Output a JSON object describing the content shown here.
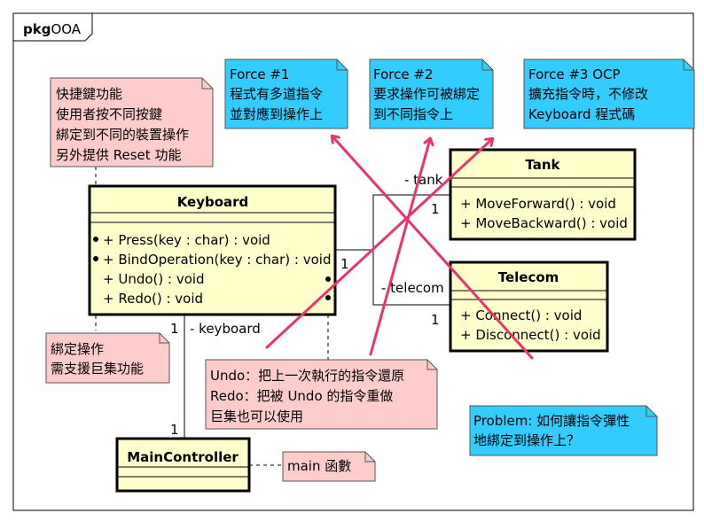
{
  "package": {
    "keyword": "pkg",
    "name": "OOA"
  },
  "classes": {
    "keyboard": {
      "name": "Keyboard",
      "operations": [
        "+ Press(key : char) : void",
        "+ BindOperation(key : char) : void",
        "+ Undo() : void",
        "+ Redo() : void"
      ]
    },
    "tank": {
      "name": "Tank",
      "operations": [
        "+ MoveForward() : void",
        "+ MoveBackward() : void"
      ]
    },
    "telecom": {
      "name": "Telecom",
      "operations": [
        "+ Connect() : void",
        "+ Disconnect() : void"
      ]
    },
    "main_controller": {
      "name": "MainController"
    }
  },
  "associations": {
    "keyboard_tank": {
      "role": "- tank",
      "multiplicity_target": "1",
      "multiplicity_source": "1"
    },
    "keyboard_telecom": {
      "role": "- telecom",
      "multiplicity_target": "1"
    },
    "main_keyboard": {
      "role": "- keyboard",
      "multiplicity_target": "1",
      "multiplicity_source": "1"
    }
  },
  "notes": {
    "hotkey": [
      "快捷鍵功能",
      "使用者按不同按鍵",
      "綁定到不同的裝置操作",
      "另外提供 Reset 功能"
    ],
    "bind": [
      "綁定操作",
      "需支援巨集功能"
    ],
    "undo_redo": [
      "Undo：把上一次執行的指令還原",
      "Redo：把被 Undo 的指令重做",
      "巨集也可以使用"
    ],
    "main_func": [
      "main 函數"
    ],
    "force1": [
      "Force #1",
      "程式有多道指令",
      "並對應到操作上"
    ],
    "force2": [
      "Force #2",
      "要求操作可被綁定",
      "到不同指令上"
    ],
    "force3": [
      "Force #3 OCP",
      "擴充指令時，不修改",
      "Keyboard 程式碼"
    ],
    "problem": [
      "Problem: 如何讓指令彈性",
      "地綁定到操作上？"
    ]
  },
  "colors": {
    "class_fill": "#ffffcc",
    "pink_note": "#ffcccc",
    "blue_note": "#33ccff",
    "arrow": "#ee3366",
    "line": "#000000"
  }
}
